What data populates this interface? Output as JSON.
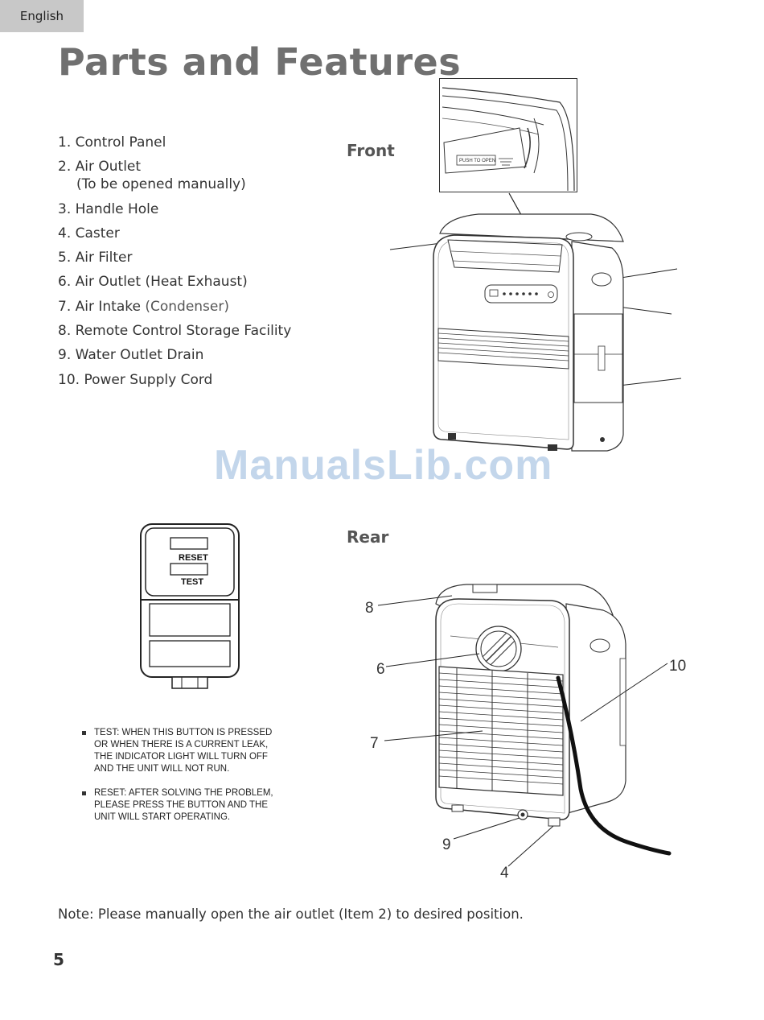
{
  "header": {
    "language_tab": "English",
    "title": "Parts and Features"
  },
  "parts": [
    {
      "main": "1. Control Panel"
    },
    {
      "main": "2. Air Outlet",
      "sub": "(To be opened manually)"
    },
    {
      "main": "3. Handle Hole"
    },
    {
      "main": "4. Caster"
    },
    {
      "main": "5. Air Filter"
    },
    {
      "main": "6. Air Outlet (Heat Exhaust)"
    },
    {
      "main": "7. Air Intake",
      "extra": "(Condenser)"
    },
    {
      "main": "8. Remote Control Storage Facility"
    },
    {
      "main": "9. Water Outlet Drain"
    },
    {
      "main": "10. Power Supply Cord"
    }
  ],
  "sections": {
    "front": "Front",
    "rear": "Rear"
  },
  "front_diagram": {
    "inset_label": "PUSH TO OPEN"
  },
  "plug_diagram": {
    "reset_label": "RESET",
    "test_label": "TEST"
  },
  "rear_callouts": [
    "8",
    "6",
    "7",
    "9",
    "4",
    "10"
  ],
  "notes": [
    "TEST: When this button is pressed or when there is a current leak, the indicator light will turn off and the unit will not run.",
    "RESET: After solving the problem, please press the button and the unit will start operating."
  ],
  "watermark": "ManualsLib.com",
  "footnote": "Note: Please manually open the air outlet (Item 2) to desired position.",
  "page_number": "5"
}
